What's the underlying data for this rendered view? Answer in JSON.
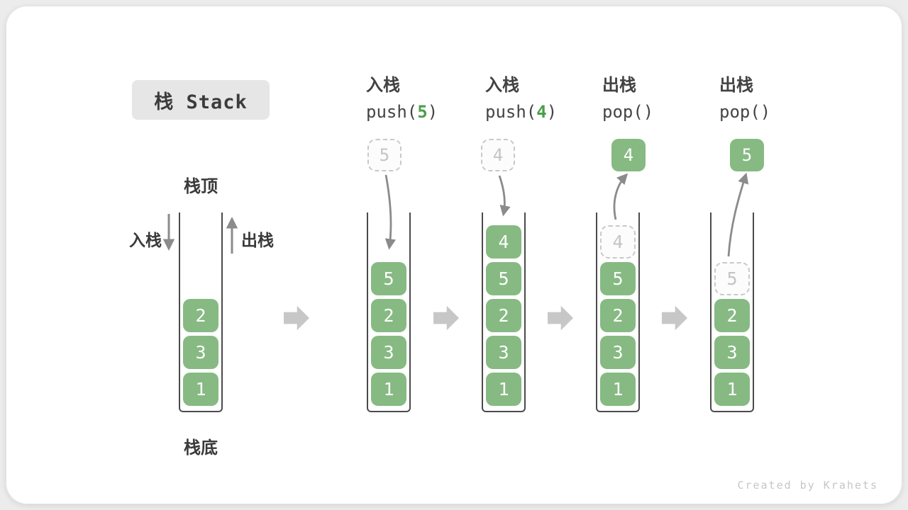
{
  "title": "栈 Stack",
  "watermark": "Created by Krahets",
  "legend": {
    "stack_top": "栈顶",
    "stack_bottom": "栈底",
    "push_side": "入栈",
    "pop_side": "出栈"
  },
  "operations": [
    {
      "name": "push-5",
      "label": "入栈",
      "code_fn": "push(",
      "code_arg": "5",
      "code_close": ")"
    },
    {
      "name": "push-4",
      "label": "入栈",
      "code_fn": "push(",
      "code_arg": "4",
      "code_close": ")"
    },
    {
      "name": "pop-4",
      "label": "出栈",
      "code_fn": "pop(",
      "code_arg": "",
      "code_close": ")"
    },
    {
      "name": "pop-5",
      "label": "出栈",
      "code_fn": "pop(",
      "code_arg": "",
      "code_close": ")"
    }
  ],
  "floating_boxes": [
    {
      "value": "5",
      "style": "dashed"
    },
    {
      "value": "4",
      "style": "dashed"
    },
    {
      "value": "4",
      "style": "solid"
    },
    {
      "value": "5",
      "style": "solid"
    }
  ],
  "stacks": [
    {
      "name": "initial",
      "cells": [
        {
          "value": "2"
        },
        {
          "value": "3"
        },
        {
          "value": "1"
        }
      ]
    },
    {
      "name": "after-push-5",
      "cells": [
        {
          "value": "5"
        },
        {
          "value": "2"
        },
        {
          "value": "3"
        },
        {
          "value": "1"
        }
      ]
    },
    {
      "name": "after-push-4",
      "cells": [
        {
          "value": "4"
        },
        {
          "value": "5"
        },
        {
          "value": "2"
        },
        {
          "value": "3"
        },
        {
          "value": "1"
        }
      ]
    },
    {
      "name": "after-pop-4",
      "cells": [
        {
          "value": "4",
          "ghost": true
        },
        {
          "value": "5"
        },
        {
          "value": "2"
        },
        {
          "value": "3"
        },
        {
          "value": "1"
        }
      ]
    },
    {
      "name": "after-pop-5",
      "cells": [
        {
          "value": "5",
          "ghost": true
        },
        {
          "value": "2"
        },
        {
          "value": "3"
        },
        {
          "value": "1"
        }
      ]
    }
  ],
  "colors": {
    "cell_green": "#86ba82",
    "code_arg_green": "#4b9e4b",
    "arrow_gray": "#8b8b8b",
    "block_arrow_gray": "#c7c7c7",
    "ghost_gray": "#c9c9c9"
  }
}
